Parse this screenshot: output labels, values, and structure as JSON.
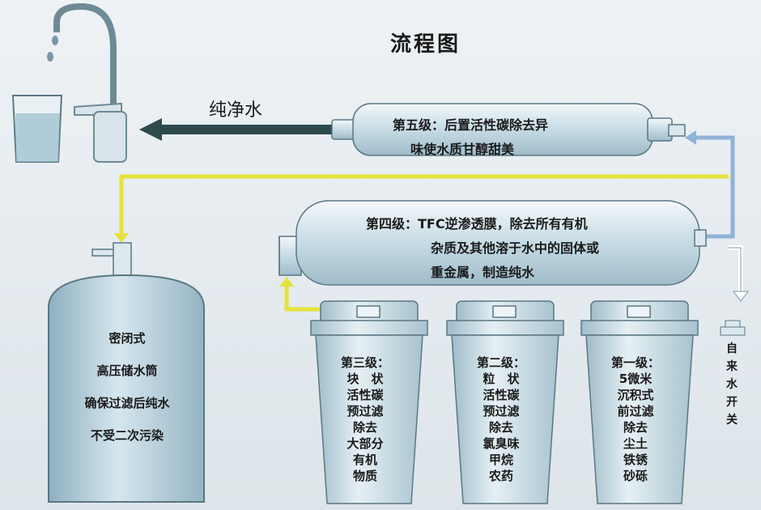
{
  "title": "流程图",
  "pure_water_label": "纯净水",
  "stage5": {
    "line1": "第五级：后置活性碳除去异",
    "line2": "味使水质甘醇甜美"
  },
  "stage4": {
    "line1": "第四级：TFC逆渗透膜，除去所有有机",
    "line2": "杂质及其他溶于水中的固体或",
    "line3": "重金属，制造纯水"
  },
  "tank": {
    "lines": [
      "密闭式",
      "高压储水筒",
      "确保过滤后纯水",
      "不受二次污染"
    ]
  },
  "stage3": {
    "lines": [
      "第三级：",
      "块　状",
      "活性碳",
      "预过滤",
      "除去",
      "大部分",
      "有机",
      "物质"
    ]
  },
  "stage2": {
    "lines": [
      "第二级：",
      "粒　状",
      "活性碳",
      "预过滤",
      "除去",
      "氯臭味",
      "甲烷",
      "农药"
    ]
  },
  "stage1": {
    "lines": [
      "第一级：",
      "5微米",
      "沉积式",
      "前过滤",
      "除去",
      "尘土",
      "铁锈",
      "砂砾"
    ]
  },
  "tap_water": {
    "chars": [
      "自",
      "来",
      "水",
      "开",
      "关"
    ]
  },
  "colors": {
    "yellow_pipe": "#e4e23a",
    "blue_pipe": "#8fb3d8",
    "dark_arrow": "#2d4a4d",
    "filter_body": "#c8dde6"
  }
}
